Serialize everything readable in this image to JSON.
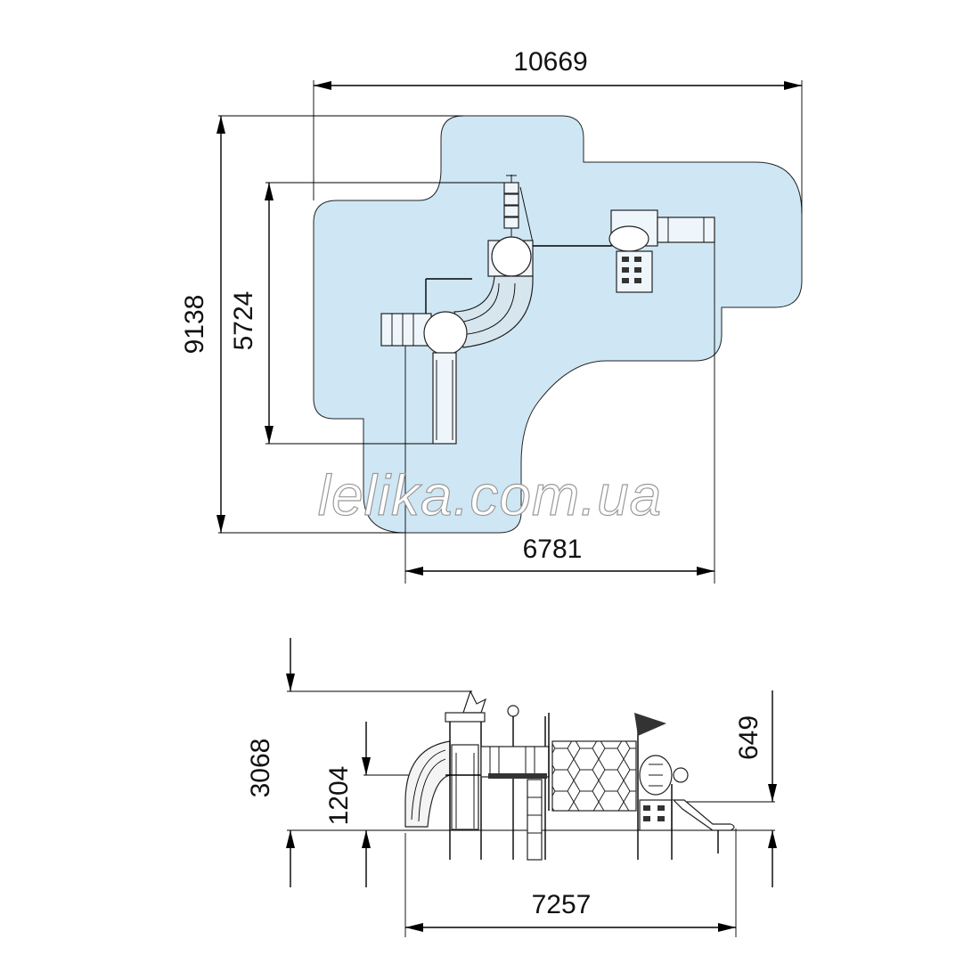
{
  "dimensions": {
    "plan_width": "10669",
    "plan_height": "9138",
    "plan_inner_height": "5724",
    "plan_inner_width": "6781",
    "side_height": "3068",
    "side_platform_height": "1204",
    "side_top_offset": "649",
    "side_width": "7257"
  },
  "watermark": "lelika.com.ua",
  "colors": {
    "safety_zone": "#cfe7f4",
    "lines": "#000000"
  }
}
